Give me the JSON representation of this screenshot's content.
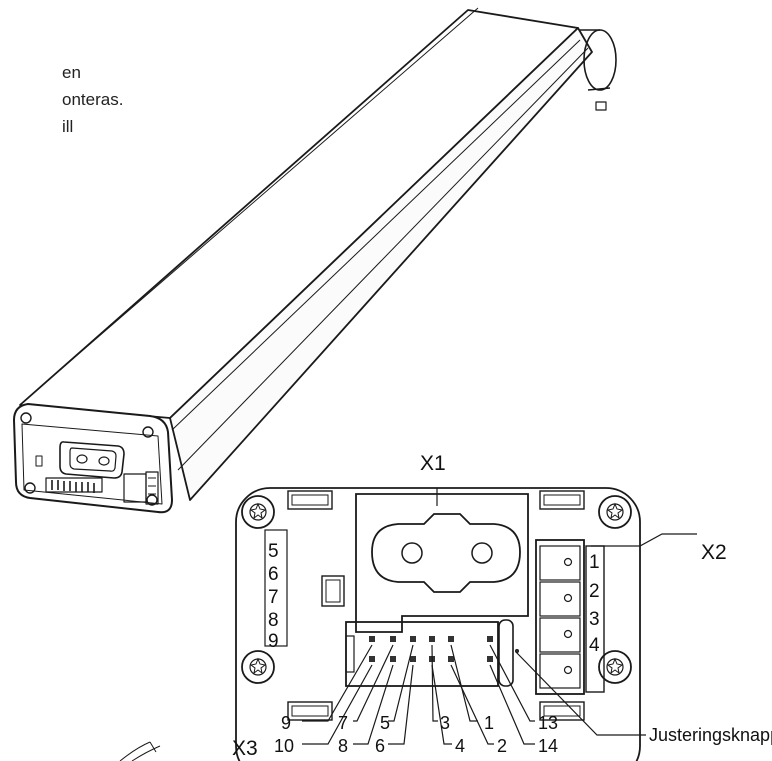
{
  "intro": {
    "line1": "en",
    "line2": "onteras.",
    "line3": "ill"
  },
  "labels": {
    "x1": "X1",
    "x2": "X2",
    "x3": "X3",
    "button": "Justeringsknapp"
  },
  "side_numbers": [
    "5",
    "6",
    "7",
    "8",
    "9"
  ],
  "x2_pins": [
    "1",
    "2",
    "3",
    "4"
  ],
  "x3_pins": {
    "top": [
      "9",
      "7",
      "5",
      "3",
      "1",
      "13"
    ],
    "bottom": [
      "10",
      "8",
      "6",
      "4",
      "2",
      "14"
    ]
  }
}
